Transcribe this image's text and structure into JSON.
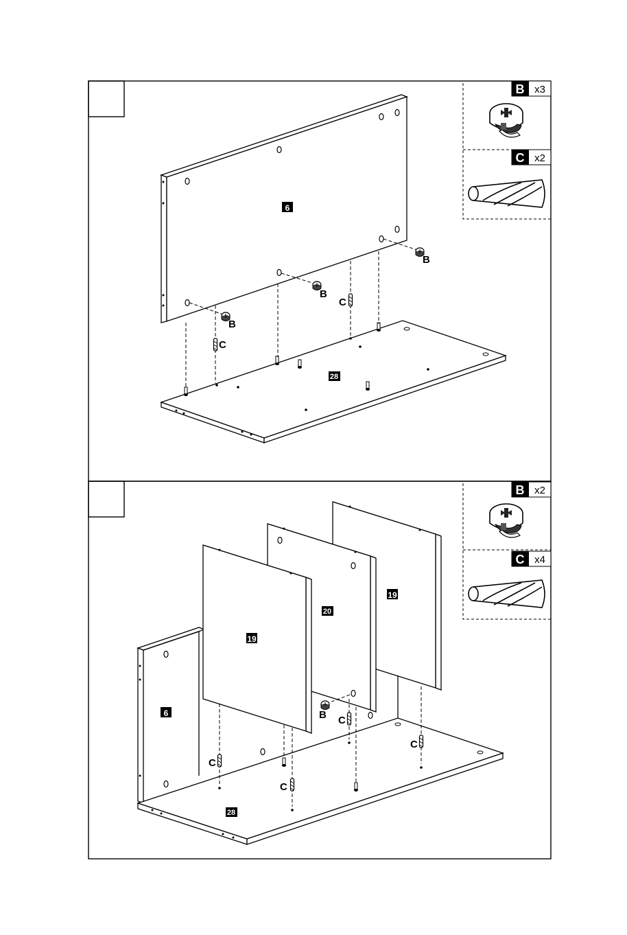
{
  "steps": [
    {
      "parts": {
        "B": {
          "letter": "B",
          "qty": "x3"
        },
        "C": {
          "letter": "C",
          "qty": "x2"
        }
      },
      "panel_labels": {
        "back": "6",
        "base": "28"
      },
      "callouts": {
        "b": "B",
        "c": "C"
      }
    },
    {
      "parts": {
        "B": {
          "letter": "B",
          "qty": "x2"
        },
        "C": {
          "letter": "C",
          "qty": "x4"
        }
      },
      "panel_labels": {
        "side_front": "19",
        "divider": "20",
        "side_back": "19",
        "back": "6",
        "base": "28"
      },
      "callouts": {
        "b": "B",
        "c": "C"
      }
    }
  ]
}
